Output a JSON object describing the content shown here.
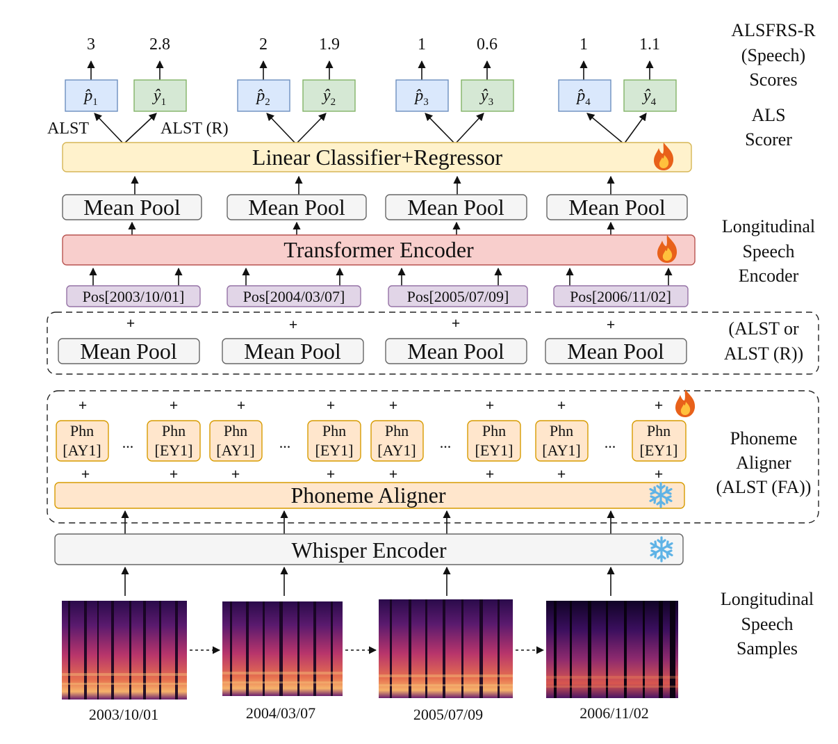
{
  "scores": [
    {
      "p_value": "3",
      "y_value": "2.8",
      "p_sub": "1",
      "y_sub": "1"
    },
    {
      "p_value": "2",
      "y_value": "1.9",
      "p_sub": "2",
      "y_sub": "2"
    },
    {
      "p_value": "1",
      "y_value": "0.6",
      "p_sub": "3",
      "y_sub": "3"
    },
    {
      "p_value": "1",
      "y_value": "1.1",
      "p_sub": "4",
      "y_sub": "4"
    }
  ],
  "head_labels": {
    "left": "ALST",
    "right": "ALST (R)"
  },
  "blocks": {
    "classifier": "Linear Classifier+Regressor",
    "mean_pool": "Mean Pool",
    "transformer": "Transformer Encoder",
    "phoneme_aligner": "Phoneme Aligner",
    "whisper": "Whisper Encoder"
  },
  "positions": [
    "Pos[2003/10/01]",
    "Pos[2004/03/07]",
    "Pos[2005/07/09]",
    "Pos[2006/11/02]"
  ],
  "plus": "+",
  "ellipsis": "...",
  "phonemes": [
    {
      "top": "Phn",
      "bottom": "[AY1]"
    },
    {
      "top": "Phn",
      "bottom": "[EY1]"
    }
  ],
  "dates": [
    "2003/10/01",
    "2004/03/07",
    "2005/07/09",
    "2006/11/02"
  ],
  "side_labels": {
    "scores": [
      "ALSFRS-R",
      "(Speech)",
      "Scores"
    ],
    "scorer": [
      "ALS",
      "Scorer"
    ],
    "longitudinal_encoder": [
      "Longitudinal",
      "Speech",
      "Encoder"
    ],
    "alst_variant": [
      "(ALST or",
      "ALST (R))"
    ],
    "aligner": [
      "Phoneme",
      "Aligner",
      "(ALST (FA))"
    ],
    "samples": [
      "Longitudinal",
      "Speech",
      "Samples"
    ]
  },
  "icons": {
    "trainable": "flame-icon",
    "frozen": "snowflake-icon"
  },
  "colors": {
    "p_box": "#dae8fc",
    "p_border": "#6c8ebf",
    "y_box": "#d5e8d4",
    "y_border": "#82b366",
    "classifier": "#fff2cc",
    "classifier_border": "#d6b656",
    "grey_box": "#f5f5f5",
    "grey_border": "#666666",
    "transformer": "#f8cecc",
    "transformer_border": "#b85450",
    "pos_box": "#e1d5e7",
    "pos_border": "#9673a6",
    "phn_box": "#ffe6cc",
    "phn_border": "#d79b00",
    "flame": "#e8611a",
    "snow": "#5fb3e6"
  }
}
